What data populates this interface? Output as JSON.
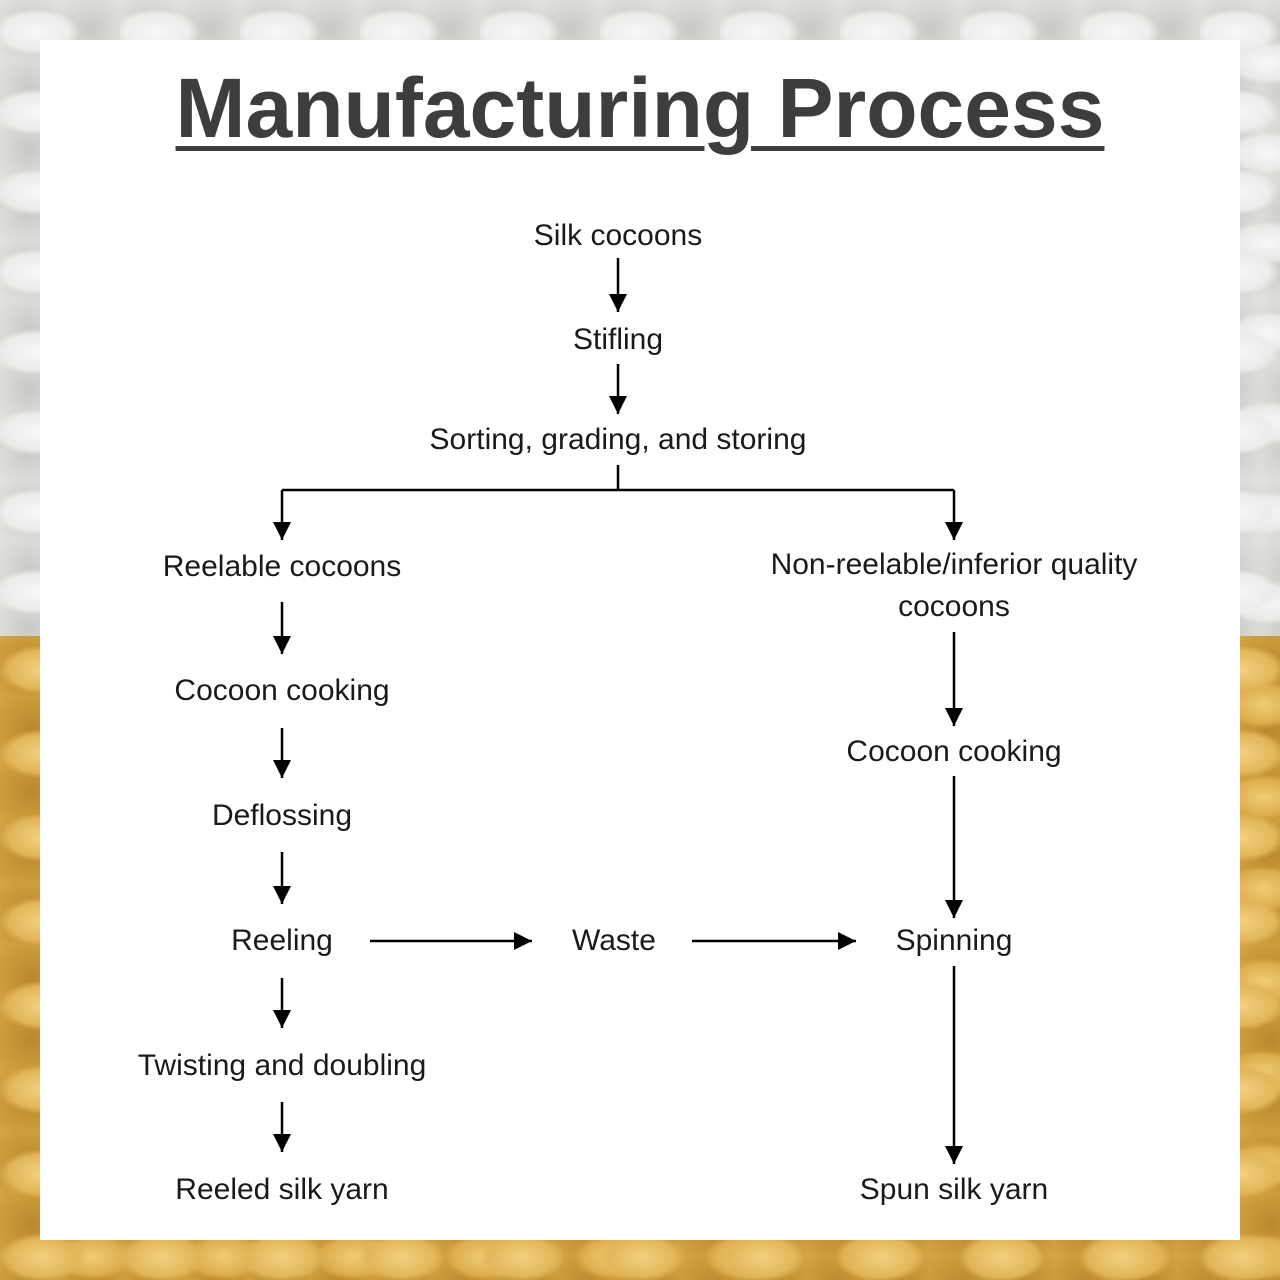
{
  "title": "Manufacturing Process",
  "nodes": {
    "silk_cocoons": "Silk cocoons",
    "stifling": "Stifling",
    "sorting": "Sorting, grading, and storing",
    "reelable": "Reelable cocoons",
    "non_reelable": "Non-reelable/inferior quality cocoons",
    "cooking_left": "Cocoon cooking",
    "cooking_right": "Cocoon cooking",
    "deflossing": "Deflossing",
    "reeling": "Reeling",
    "waste": "Waste",
    "spinning": "Spinning",
    "twisting": "Twisting and doubling",
    "reeled_yarn": "Reeled silk yarn",
    "spun_yarn": "Spun silk yarn"
  },
  "colors": {
    "title": "#3d3d3d",
    "text": "#1a1a1a",
    "panel": "#ffffff",
    "background_top": "#e4e4e2",
    "background_bottom": "#d8a844"
  }
}
